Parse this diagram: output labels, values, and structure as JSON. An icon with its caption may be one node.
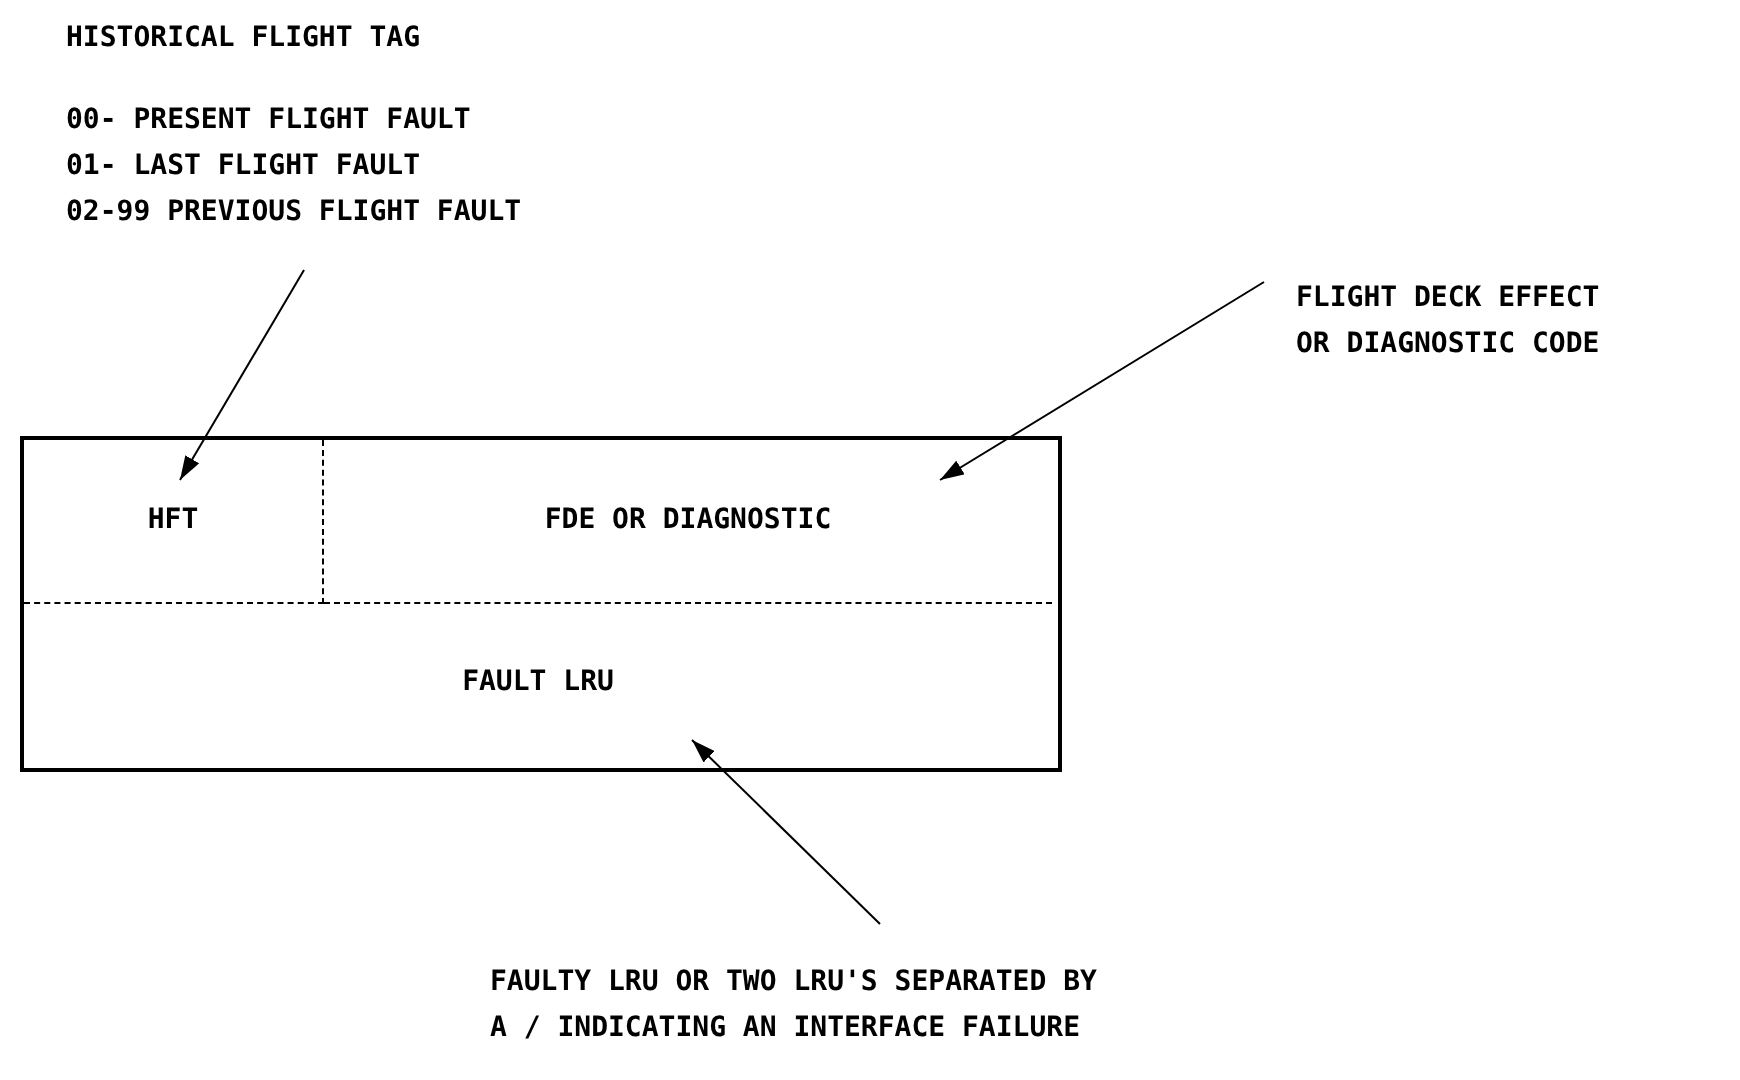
{
  "diagram": {
    "nodes": [
      {
        "text": [],
        "shape": "box"
      },
      {
        "text": [
          "HFT"
        ],
        "in": 0
      },
      {
        "text": [
          "FDE OR DIAGNOSTIC"
        ],
        "in": 0
      },
      {
        "text": [
          "FAULT LRU"
        ],
        "in": 0
      },
      {
        "text": [
          "HISTORICAL FLIGHT TAG",
          "00- PRESENT FLIGHT FAULT",
          "01- LAST FLIGHT FAULT",
          "02-99 PREVIOUS FLIGHT FAULT"
        ]
      },
      {
        "text": [
          "FLIGHT DECK EFFECT OR DIAGNOSTIC CODE"
        ]
      },
      {
        "text": [
          "FAULTY LRU OR TWO LRU'S SEPARATED BY A / INDICATING AN INTERFACE FAILURE"
        ]
      }
    ],
    "edges": [
      {
        "from": 4,
        "to": 1,
        "arrow": "to"
      },
      {
        "from": 5,
        "to": 2,
        "arrow": "to"
      },
      {
        "from": 6,
        "to": 3,
        "arrow": "to"
      }
    ]
  }
}
